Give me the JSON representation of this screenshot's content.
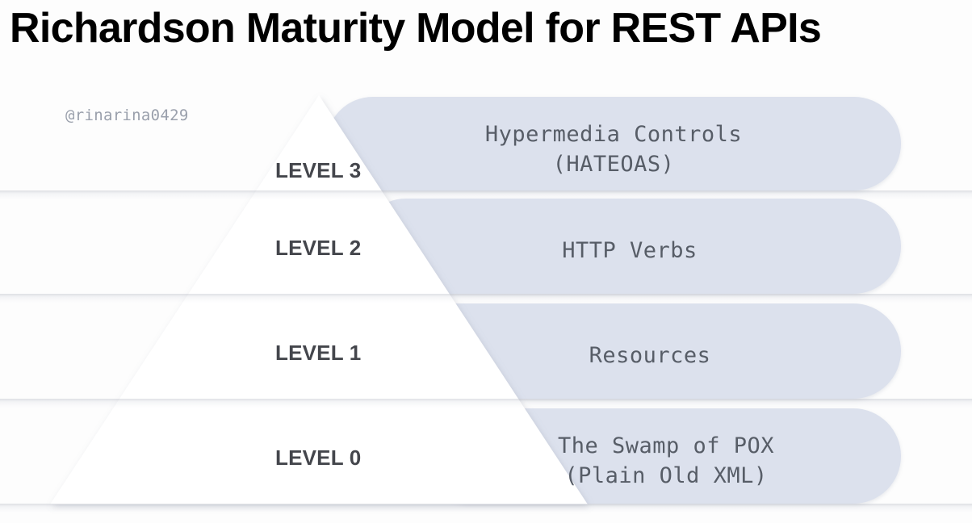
{
  "header": {
    "title": "Richardson Maturity Model for REST APIs"
  },
  "watermark": {
    "handle": "@rinarina0429"
  },
  "colors": {
    "background": "#fdfdfd",
    "bar_fill": "#dce1ed",
    "title_text": "#000000",
    "level_label_text": "#44464c",
    "description_text": "#575d67",
    "watermark_text": "#9aa0ac",
    "pyramid_fill": "#ffffff",
    "separator_shadow": "#969baa"
  },
  "diagram": {
    "type": "pyramid",
    "shape": "triangle-overlay-with-rounded-bars",
    "orientation": "apex-top",
    "levels": [
      {
        "id": "level-3",
        "label": "LEVEL 3",
        "description": "Hypermedia Controls\n(HATEOAS)",
        "description_lines": [
          "Hypermedia Controls",
          "(HATEOAS)"
        ],
        "rank": 3
      },
      {
        "id": "level-2",
        "label": "LEVEL 2",
        "description": "HTTP Verbs",
        "description_lines": [
          "HTTP Verbs"
        ],
        "rank": 2
      },
      {
        "id": "level-1",
        "label": "LEVEL 1",
        "description": "Resources",
        "description_lines": [
          "Resources"
        ],
        "rank": 1
      },
      {
        "id": "level-0",
        "label": "LEVEL 0",
        "description": "The Swamp of POX\n(Plain Old XML)",
        "description_lines": [
          "The Swamp of POX",
          "(Plain Old XML)"
        ],
        "rank": 0
      }
    ]
  }
}
